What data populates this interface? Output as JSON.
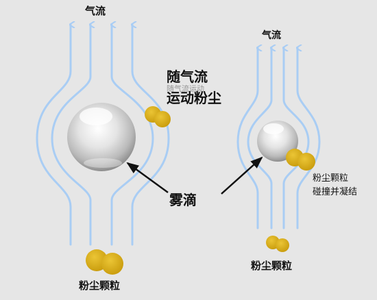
{
  "labels": {
    "airflow_left": "气流",
    "airflow_right": "气流",
    "follow_line1": "随气流",
    "follow_line2": "运动粉尘",
    "follow_ghost": "随气流运动",
    "fog_droplet": "雾滴",
    "collide_line1": "粉尘颗粒",
    "collide_line2": "碰撞并凝结",
    "dust_left": "粉尘颗粒",
    "dust_right": "粉尘颗粒"
  },
  "colors": {
    "background": "#e6e6e6",
    "airflow_line": "#a9cdf4",
    "dust_particle": "#d2a812",
    "pointer_arrow": "#111111",
    "text": "#111111"
  }
}
